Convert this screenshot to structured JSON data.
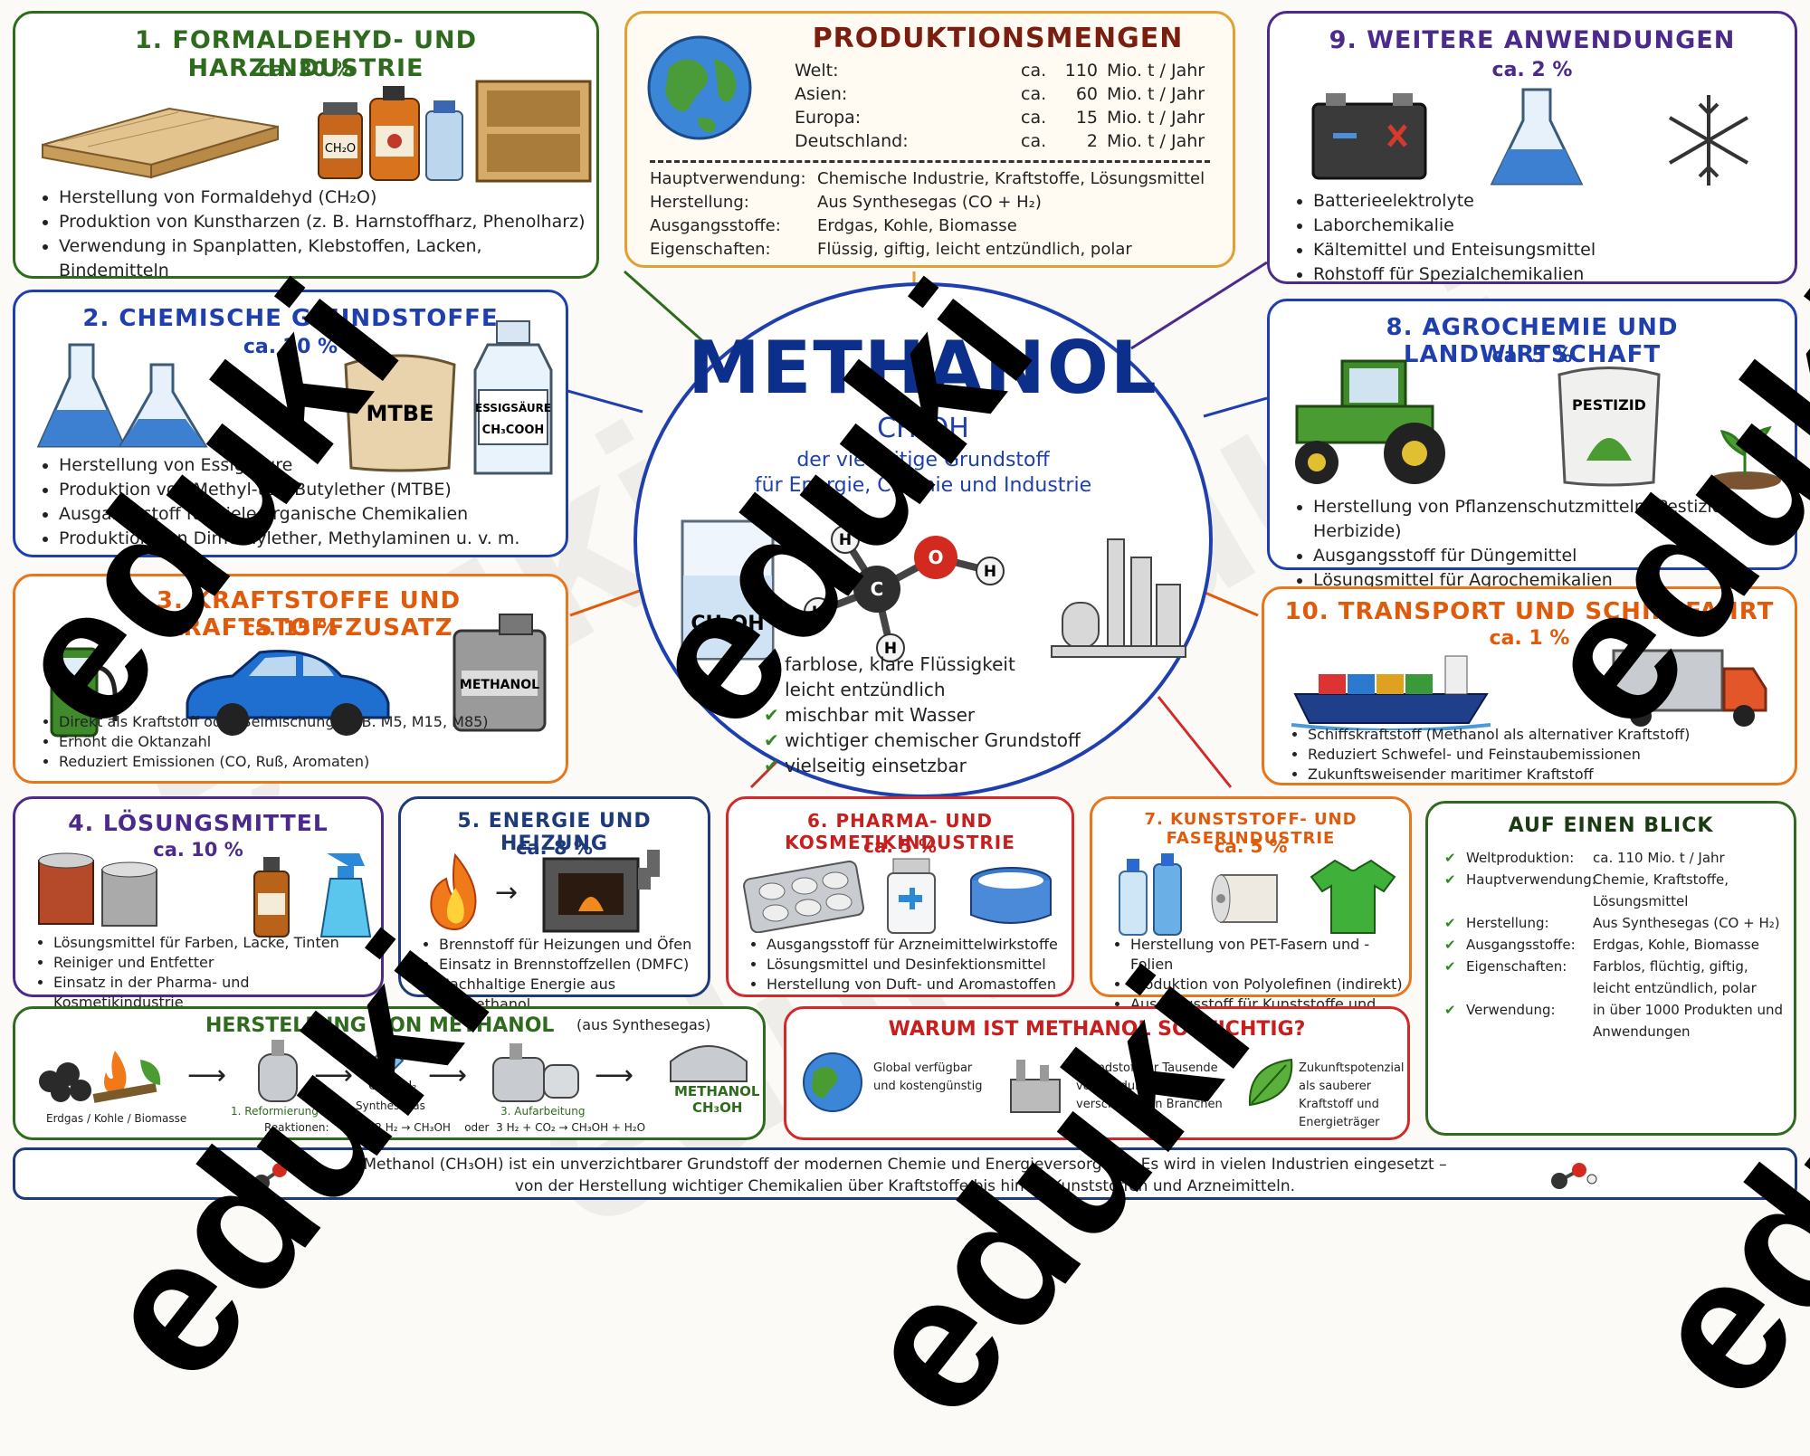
{
  "center": {
    "title": "METHANOL",
    "formula": "CH₃OH",
    "subtitle1": "der vielseitige Grundstoff",
    "subtitle2": "für Energie, Chemie und Industrie",
    "flask_label": "CH₃OH",
    "atoms": {
      "h": "H",
      "c": "C",
      "o": "O"
    },
    "checks": [
      "farblose, klare Flüssigkeit",
      "leicht entzündlich",
      "mischbar mit Wasser",
      "wichtiger chemischer Grundstoff",
      "vielseitig einsetzbar"
    ]
  },
  "production": {
    "title": "PRODUKTIONSMENGEN",
    "rows": [
      {
        "region": "Welt:",
        "ca": "ca.",
        "amount": "110",
        "unit": "Mio. t / Jahr"
      },
      {
        "region": "Asien:",
        "ca": "ca.",
        "amount": "60",
        "unit": "Mio. t / Jahr"
      },
      {
        "region": "Europa:",
        "ca": "ca.",
        "amount": "15",
        "unit": "Mio. t / Jahr"
      },
      {
        "region": "Deutschland:",
        "ca": "ca.",
        "amount": "2",
        "unit": "Mio. t / Jahr"
      }
    ],
    "facts": [
      {
        "k": "Hauptverwendung:",
        "v": "Chemische Industrie, Kraftstoffe, Lösungsmittel"
      },
      {
        "k": "Herstellung:",
        "v": "Aus Synthesegas (CO + H₂)"
      },
      {
        "k": "Ausgangsstoffe:",
        "v": "Erdgas, Kohle, Biomasse"
      },
      {
        "k": "Eigenschaften:",
        "v": "Flüssig, giftig, leicht entzündlich, polar"
      }
    ]
  },
  "s1": {
    "title": "1. FORMALDEHYD- UND HARZINDUSTRIE",
    "pct": "ca. 30 %",
    "jar": "CH₂O",
    "items": [
      "Herstellung von Formaldehyd (CH₂O)",
      "Produktion von Kunstharzen (z. B. Harnstoffharz, Phenolharz)",
      "Verwendung in Spanplatten, Klebstoffen, Lacken, Bindemitteln"
    ]
  },
  "s2": {
    "title": "2. CHEMISCHE GRUNDSTOFFE",
    "pct": "ca. 20 %",
    "bag": "MTBE",
    "bottle1": "ESSIGSÄURE",
    "bottle2": "CH₃COOH",
    "items": [
      "Herstellung von Essigsäure",
      "Produktion von Methyl-tert-Butylether (MTBE)",
      "Ausgangsstoff für viele organische Chemikalien",
      "Produktion von Dimethylether, Methylaminen u. v. m."
    ]
  },
  "s3": {
    "title": "3. KRAFTSTOFFE UND KRAFTSTOFFZUSATZ",
    "pct": "ca. 15 %",
    "can": "METHANOL",
    "items": [
      "Direkt als Kraftstoff oder Beimischung (z. B. M5, M15, M85)",
      "Erhöht die Oktanzahl",
      "Reduziert Emissionen (CO, Ruß, Aromaten)"
    ]
  },
  "s4": {
    "title": "4. LÖSUNGSMITTEL",
    "pct": "ca. 10 %",
    "items": [
      "Lösungsmittel für Farben, Lacke, Tinten",
      "Reiniger und Entfetter",
      "Einsatz in der Pharma- und Kosmetikindustrie"
    ]
  },
  "s5": {
    "title": "5. ENERGIE UND HEIZUNG",
    "pct": "ca. 8 %",
    "items": [
      "Brennstoff für Heizungen und Öfen",
      "Einsatz in Brennstoffzellen (DMFC)",
      "Nachhaltige Energie aus Biomethanol"
    ]
  },
  "s6": {
    "title": "6. PHARMA- UND KOSMETIKINDUSTRIE",
    "pct": "ca. 5 %",
    "items": [
      "Ausgangsstoff für Arzneimittelwirkstoffe",
      "Lösungsmittel und Desinfektionsmittel",
      "Herstellung von Duft- und Aromastoffen"
    ]
  },
  "s7": {
    "title": "7. KUNSTSTOFF- UND FASERINDUSTRIE",
    "pct": "ca. 5 %",
    "items": [
      "Herstellung von PET-Fasern und -Folien",
      "Produktion von Polyolefinen (indirekt)",
      "Ausgangsstoff für Kunststoffe und Fasern"
    ]
  },
  "s8": {
    "title": "8. AGROCHEMIE UND LANDWIRTSCHAFT",
    "pct": "ca. 5 %",
    "bag": "PESTIZID",
    "items": [
      "Herstellung von Pflanzenschutzmitteln (Pestizide, Herbizide)",
      "Ausgangsstoff für Düngemittel",
      "Lösungsmittel für Agrochemikalien"
    ]
  },
  "s9": {
    "title": "9. WEITERE ANWENDUNGEN",
    "pct": "ca. 2 %",
    "items": [
      "Batterieelektrolyte",
      "Laborchemikalie",
      "Kältemittel und Enteisungsmittel",
      "Rohstoff für Spezialchemikalien"
    ]
  },
  "s10": {
    "title": "10. TRANSPORT UND SCHIFFFAHRT",
    "pct": "ca. 1 %",
    "items": [
      "Schiffskraftstoff (Methanol als alternativer Kraftstoff)",
      "Reduziert Schwefel- und Feinstaubemissionen",
      "Zukunftsweisender maritimer Kraftstoff"
    ]
  },
  "glance": {
    "title": "AUF EINEN BLICK",
    "rows": [
      {
        "k": "Weltproduktion:",
        "v": "ca. 110 Mio. t / Jahr"
      },
      {
        "k": "Hauptverwendung:",
        "v": "Chemie, Kraftstoffe, Lösungsmittel"
      },
      {
        "k": "Herstellung:",
        "v": "Aus Synthesegas (CO + H₂)"
      },
      {
        "k": "Ausgangsstoffe:",
        "v": "Erdgas, Kohle, Biomasse"
      },
      {
        "k": "Eigenschaften:",
        "v": "Farblos, flüchtig, giftig, leicht entzündlich, polar"
      },
      {
        "k": "Verwendung:",
        "v": "in über 1000 Produkten und Anwendungen"
      }
    ]
  },
  "process": {
    "title": "HERSTELLUNG VON METHANOL",
    "note": "(aus Synthesegas)",
    "raw": "Erdgas / Kohle / Biomasse",
    "step1": "1. Reformierung",
    "syngas": "CO + H₂",
    "syngas_label": "Synthesegas",
    "step3": "3. Aufarbeitung",
    "product1": "METHANOL",
    "product2": "CH₃OH",
    "reactions_label": "Reaktionen:",
    "reaction1": "CO + 2 H₂ → CH₃OH",
    "oder": "oder",
    "reaction2": "3 H₂ + CO₂ → CH₃OH + H₂O"
  },
  "why": {
    "title": "WARUM IST METHANOL SO WICHTIG?",
    "col1": "Global verfügbar und kostengünstig",
    "col2": "Grundstoff für Tausende von Produkten in verschiedenen Branchen",
    "col3": "Zukunftspotenzial als sauberer Kraftstoff und Energieträger"
  },
  "footer": {
    "line1": "Methanol (CH₃OH) ist ein unverzichtbarer Grundstoff der modernen Chemie und Energieversorgung. Es wird in vielen Industrien eingesetzt –",
    "line2": "von der Herstellung wichtiger Chemikalien über Kraftstoffe bis hin zu Kunststoffen und Arzneimitteln."
  },
  "watermark": "eduki",
  "colors": {
    "green": "#2f6b1e",
    "blue": "#1f3fae",
    "orange": "#e05a0c",
    "navy": "#1d3a7a",
    "purple": "#4b2a8c",
    "red": "#c81e1e",
    "gold": "#e2a032"
  }
}
